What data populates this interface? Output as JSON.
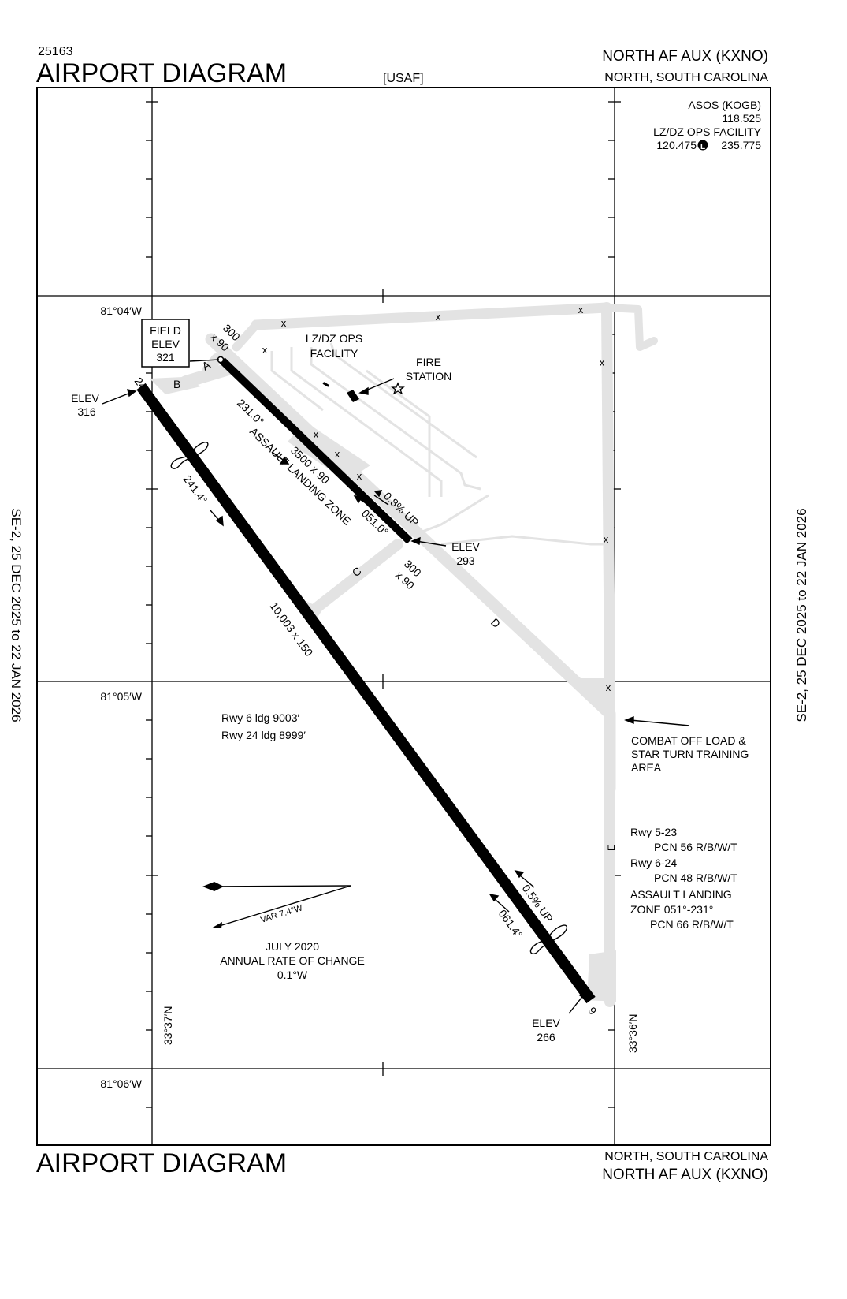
{
  "header": {
    "chart_id": "25163",
    "title": "AIRPORT DIAGRAM",
    "agency": "[USAF]",
    "airport": "NORTH AF AUX  (KXNO)",
    "location": "NORTH, SOUTH CAROLINA"
  },
  "footer": {
    "title": "AIRPORT DIAGRAM",
    "location": "NORTH, SOUTH CAROLINA",
    "airport": "NORTH AF AUX  (KXNO)"
  },
  "side_labels": {
    "left": "SE-2,  25 DEC 2025  to  22 JAN 2026",
    "right": "SE-2,  25 DEC 2025  to  22 JAN 2026"
  },
  "comms": {
    "asos": "ASOS (KOGB)",
    "asos_freq": "118.525",
    "ops": "LZ/DZ OPS FACILITY",
    "ops_freq_a": "120.475",
    "ops_freq_b": "235.775",
    "ops_symbol": "L"
  },
  "coords": {
    "lon1": "81°04′W",
    "lon2": "81°05′W",
    "lon3": "81°06′W",
    "lat1": "33°37′N",
    "lat2": "33°36′N"
  },
  "field_elev": {
    "line1": "FIELD",
    "line2": "ELEV",
    "value": "321"
  },
  "elevations": {
    "elev_label": "ELEV",
    "rwy24": "316",
    "lz_end": "293",
    "rwy6": "266"
  },
  "labels": {
    "lz_ops_1": "LZ/DZ OPS",
    "lz_ops_2": "FACILITY",
    "fire_1": "FIRE",
    "fire_2": "STATION",
    "lz_heading": "231.0°",
    "lz_dims": "3500 x 90",
    "lz_name": "ASSAULT LANDING ZONE",
    "lz_grade": "0.8% UP",
    "lz_heading2": "051.0°",
    "overrun_1a": "300",
    "overrun_1b": "x 90",
    "overrun_2a": "300",
    "overrun_2b": "x 90",
    "rwy_heading1": "241.4°",
    "rwy_dims": "10,003 x 150",
    "rwy_grade": "0.5% UP",
    "rwy_heading2": "061.4°",
    "rwy_num_24": "24",
    "rwy_num_6": "6",
    "twy_a": "A",
    "twy_b": "B",
    "twy_c": "C",
    "twy_d": "D",
    "twy_e": "E",
    "ldg_1": "Rwy 6 ldg 9003′",
    "ldg_2": "Rwy 24 ldg 8999′",
    "combat_1": "COMBAT OFF LOAD &",
    "combat_2": "STAR TURN TRAINING",
    "combat_3": "AREA",
    "var": "VAR 7.4°W",
    "var_date": "JULY 2020",
    "var_rate": "ANNUAL RATE OF CHANGE",
    "var_value": "0.1°W"
  },
  "pcn": {
    "r1": "Rwy 5-23",
    "r1v": "PCN 56 R/B/W/T",
    "r2": "Rwy 6-24",
    "r2v": "PCN 48 R/B/W/T",
    "r3a": "ASSAULT LANDING",
    "r3b": "ZONE 051°-231°",
    "r3v": "PCN 66 R/B/W/T"
  },
  "colors": {
    "pavement": "#e3e3e3",
    "runway": "#000000",
    "frame": "#000000"
  }
}
